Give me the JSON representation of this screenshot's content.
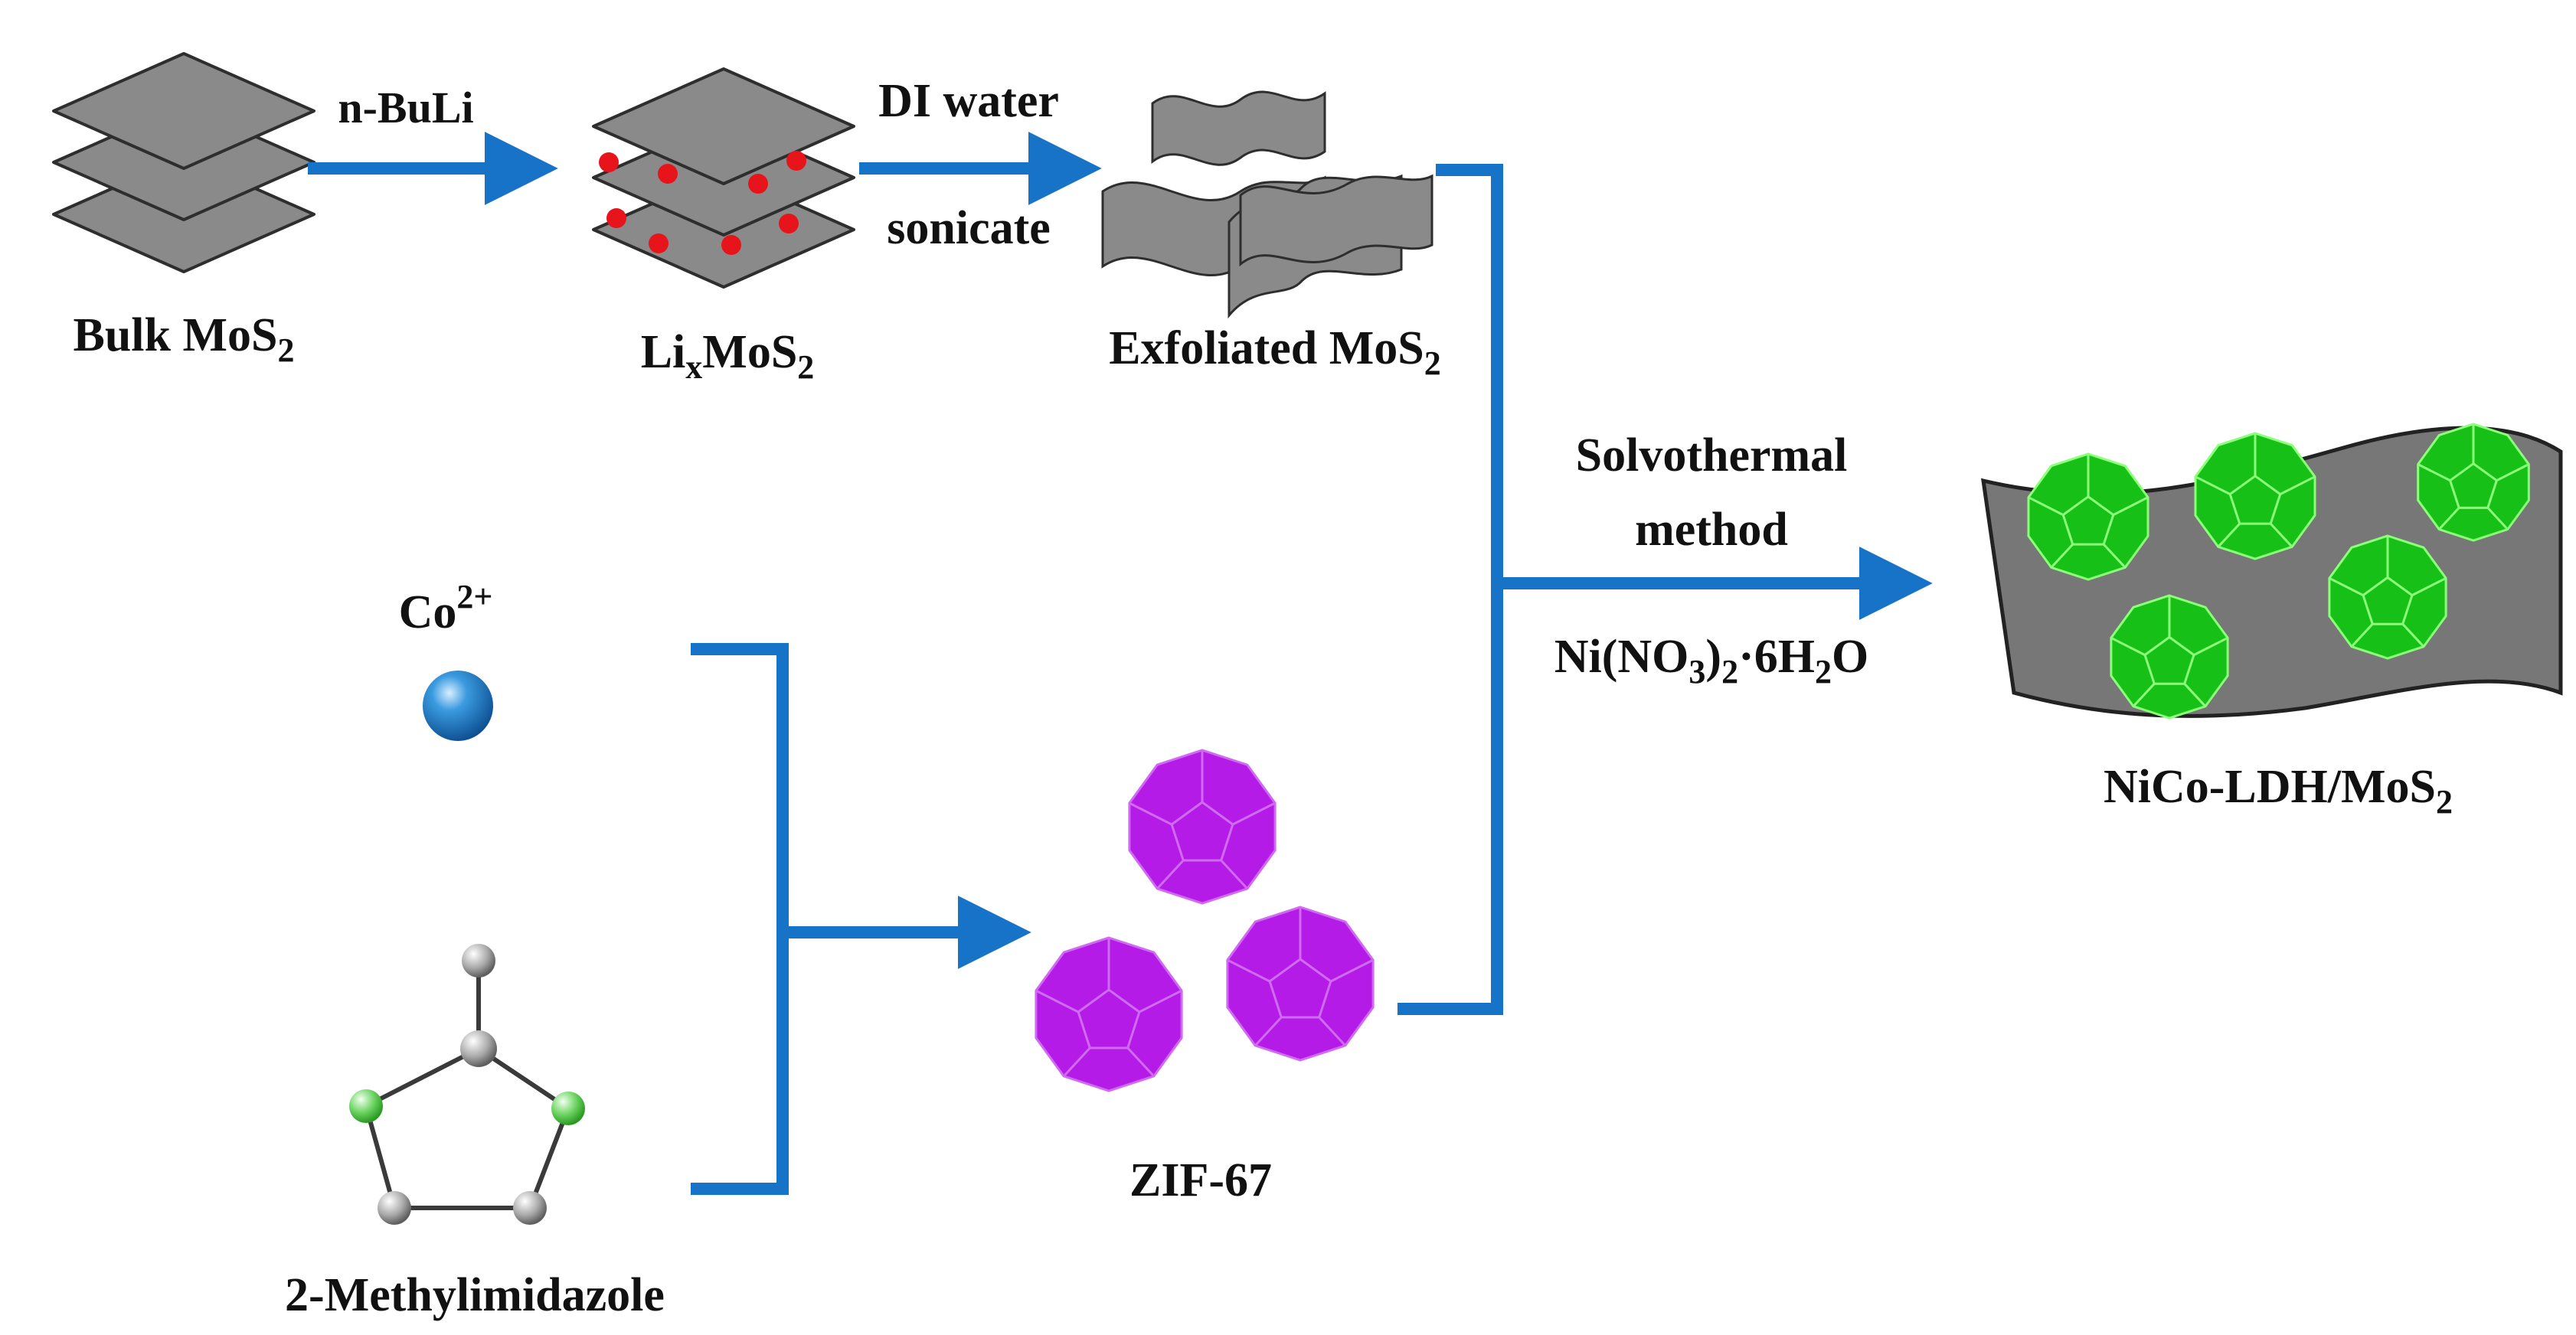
{
  "colors": {
    "arrow": "#1773c8",
    "sheet_fill": "#8a8a8a",
    "sheet_stroke": "#2e2e2e",
    "lithium_dot": "#e8141b",
    "cobalt_ion": "#1f7ec9",
    "zif67_fill": "#b41be6",
    "zif67_edge": "#d06af2",
    "ldh_fill": "#17c017",
    "ldh_edge": "#8cff7a",
    "atom_grey": "#9a9a9a",
    "atom_green": "#3fbf35",
    "substrate_fill": "#777777"
  },
  "icons": [
    "stacked-sheets-icon",
    "intercalated-sheets-icon",
    "exfoliated-sheets-icon",
    "cobalt-ion-icon",
    "imidazole-molecule-icon",
    "dodecahedron-icon",
    "composite-sheet-icon"
  ],
  "labels": {
    "bulk": {
      "prefix": "Bulk MoS",
      "sub": "2"
    },
    "lixmos2": {
      "li": "Li",
      "x_sub": "x",
      "mos": "MoS",
      "sub": "2"
    },
    "exfoliated": {
      "prefix": "Exfoliated MoS",
      "sub": "2"
    },
    "cobalt": {
      "base": "Co",
      "sup": "2+"
    },
    "methylimidazole": "2-Methylimidazole",
    "zif67": "ZIF-67",
    "product": {
      "prefix": "NiCo-LDH/MoS",
      "sub": "2"
    }
  },
  "arrows": {
    "step1_label": "n-BuLi",
    "step2_label_top": "DI water",
    "step2_label_bottom": "sonicate",
    "solvothermal_line1": "Solvothermal",
    "solvothermal_line2": "method",
    "nickel_salt": {
      "p1": "Ni(NO",
      "s1": "3",
      "p2": ")",
      "s2": "2",
      "p3": "·6H",
      "s3": "2",
      "p4": "O"
    }
  }
}
